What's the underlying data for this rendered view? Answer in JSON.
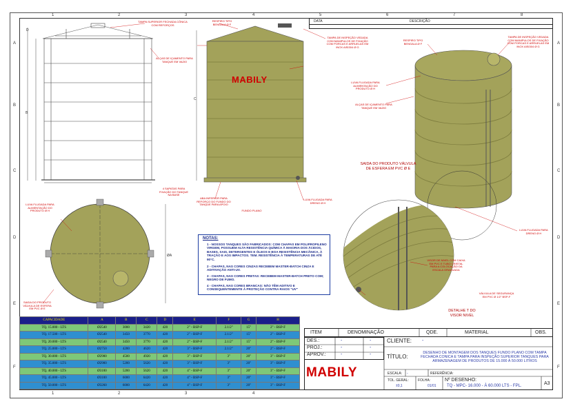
{
  "revision_table": {
    "data": "DATA",
    "descricao": "DESCRIÇÃO"
  },
  "zone_cols": [
    "1",
    "2",
    "3",
    "4",
    "5",
    "6",
    "7",
    "8"
  ],
  "zone_rows": [
    "A",
    "B",
    "C",
    "D",
    "E",
    "F"
  ],
  "dims": {
    "d": "D",
    "b": "B",
    "c": "C",
    "phiA": "ØA"
  },
  "labels": {
    "tampa_superior_left": "TAMPA SUPERIOR FECHADA CÔNICA COM REFORÇOS",
    "alcas_left": "ALÇAS DE IÇAMENTO PARA TANQUE EM VAZIO",
    "respiro_mid": "RESPIRO TIPO BENGALA Ø F",
    "tampa_inspecao_mid": "TAMPA DE INSPEÇÃO VEDADA COM MANIPULOS DE FIXAÇÃO COM PORCAS E ARRUELAS EM INOX AISI304 Ø G",
    "luva_alim_mid": "LUVA FLUGADA PARA ALIMENTAÇÃO DO PRODUTO Ø H",
    "alcas_mid": "ALÇAS DE IÇAMENTO PARA TANQUE EM VAZIO",
    "aba_inferior": "ABA INFERIOR PARA REFORÇO DO FUNDO DO TANQUE PARA APOIO",
    "fundo_plano": "FUNDO PLANO",
    "luva_dreno_mid": "LUVA FLUGADA PARA DRENO Ø H",
    "sapatas": "4 SAPATAS PARA FIXAÇÃO DO TANQUE NA BASE",
    "luva_top_view": "LUVA FLUGADA PARA ALIMENTAÇÃO DO PRODUTO Ø H",
    "saida_top_view": "SAIDA DO PRODUTO VÁLVULA DE ESFERA EM PVC Ø E",
    "respiro_iso": "RESPIRO TIPO BENGALA Ø F",
    "tampa_inspecao_iso": "TAMPA DE INSPEÇÃO VEDADA COM MANIPULOS DE FIXAÇÃO COM PORCAS E ARRUELAS EM INOX AISI304 Ø G",
    "luva_alim_iso": "LUVA FLUGADA PARA ALIMENTAÇÃO DO PRODUTO Ø H",
    "alcas_iso": "ALÇAS DE IÇAMENTO PARA TANQUE EM VAZIO",
    "saida_iso": "SAIDA DO PRODUTO VÁLVULA DE ESFERA EM PVC Ø E",
    "luva_dreno_iso": "LUVA FLUGADA PARA DRENO Ø H",
    "visor_nivel": "VISOR DE NIVEL COM CAIXA EM PVC E TUBO CRISTAL PARA A COLOCAÇÃO DA ESCALA GRADUADA",
    "valvula_seguranca": "VÁLVULA DE SEGURANÇA EM PVC Ø 1/2\" BSP-F",
    "detalhe": "DETALHE T DO VISOR NIVEL"
  },
  "notes": {
    "title": "NOTAS:",
    "items": [
      "1 - NOSSOS TANQUES SÃO FABRICADOS: COM CHAPAS EM POLIPROPILENO VIRGEM, POSSUEM ALTA RESISTÊNCIA QUÍMICA À MAIORIA DOS ÁCIDOS, BASES, SAIS, DETERGENTES E ÓLEOS E BOA RESISTÊNCIA MECÂNICA, À TRAÇÃO E AOS IMPACTOS. TEM. RESISTÊNCIA À TEMPERATURAS DE ATÉ 90°C.",
      "2 - CHAPAS, NAS CORES CINZAS RECEBEM MASTER-BATCH CINZA E ADITIVAÇÃO ANTI-UV.",
      "3 - CHAPAS, NAS CORES PRETAS: RECEBEM MASTER-BATCH PRETO COM; NEGRO DE FUMO.",
      "4 - CHAPAS, NAS CORES BRANCAS: NÃO TÊM ADITIVO E CONSEQUENTEMENTE À PROTEÇÃO CONTRA RAIOS \"UV\""
    ]
  },
  "spec_table": {
    "headers": [
      "CAPACIDADE",
      "A",
      "B",
      "C",
      "D",
      "E",
      "F",
      "G",
      "H"
    ],
    "rows": [
      [
        "TQ. 15.000 - LTS",
        "Ø2540",
        "3000",
        "3420",
        "420",
        "2\" - BSP-F",
        "2.1/2\"",
        "15\"",
        "2\" - BSP-F"
      ],
      [
        "TQ. 17.500 - LTS",
        "Ø2540",
        "3450",
        "3770",
        "420",
        "2\" - BSP-F",
        "2.1/2\"",
        "15\"",
        "2\" - BSP-F"
      ],
      [
        "TQ. 20.000 - LTS",
        "Ø2540",
        "3450",
        "3770",
        "420",
        "2\" - BSP-F",
        "2.1/2\"",
        "15\"",
        "2\" - BSP-F"
      ],
      [
        "TQ. 25.000 - LTS",
        "Ø2750",
        "4200",
        "4620",
        "420",
        "3\" - BSP-F",
        "2.1/2\"",
        "20\"",
        "2\" - BSP-F"
      ],
      [
        "TQ. 30.000 - LTS",
        "Ø2900",
        "4500",
        "4920",
        "420",
        "3\" - BSP-F",
        "3\"",
        "20\"",
        "3\" - BSP-F"
      ],
      [
        "TQ. 35.000 - LTS",
        "Ø2900",
        "5200",
        "5620",
        "420",
        "3\" - BSP-F",
        "3\"",
        "20\"",
        "3\" - BSP-F"
      ],
      [
        "TQ. 40.000 - LTS",
        "Ø3100",
        "5200",
        "5620",
        "420",
        "4\" - BSP-F",
        "3\"",
        "20\"",
        "3\" - BSP-F"
      ],
      [
        "TQ. 45.000 - LTS",
        "Ø3100",
        "6000",
        "6420",
        "420",
        "4\" - BSP-F",
        "3\"",
        "20\"",
        "3\" - BSP-F"
      ],
      [
        "TQ. 50.000 - LTS",
        "Ø3260",
        "6000",
        "6420",
        "420",
        "4\" - BSP-F",
        "3\"",
        "20\"",
        "3\" - BSP-F"
      ]
    ]
  },
  "title_block": {
    "item": "ITEM",
    "denominacao": "DENOMINAÇÃO",
    "qde": "QDE.",
    "material": "MATERIAL",
    "obs": "OBS.",
    "des": "DES.:",
    "proj": "PROJ.:",
    "aprov": "APROV.:",
    "dash": "-",
    "cliente_label": "CLIENTE:",
    "cliente_value": "-",
    "titulo_label": "TÍTULO:",
    "titulo_value": "DESENHO DE MONTAGEM DOS TANQUES FUNDO PLANO COM TAMPA FECHADA CONICA E TAMPA PARA INSPEÇÃO SUPERIOR TANQUES PARA ARMAZENAGEM DE PRODUTOS DE 15.000 À 50.000 LITROS",
    "escala_label": "ESCALA:",
    "escala_value": "-",
    "referencia_label": "REFERÊNCIA:",
    "tol_label": "TOL. GERAL:",
    "tol_value": "±0,1",
    "folha_label": "FOLHA:",
    "folha_value": "01/01",
    "ndesenho_label": "Nº DESENHO:",
    "ndesenho_value": "TQ - MPC- 16.000 - À 60.000 LTS - FPL.",
    "formato": "A3"
  },
  "logo_text": "MABILY",
  "colors": {
    "tank": "#a3a25a",
    "tank_dark": "#7c7b3d",
    "red": "#d00000",
    "table_head": "#1a1f8a",
    "table_green": "#7ec878",
    "table_blue": "#2f8fd0"
  }
}
